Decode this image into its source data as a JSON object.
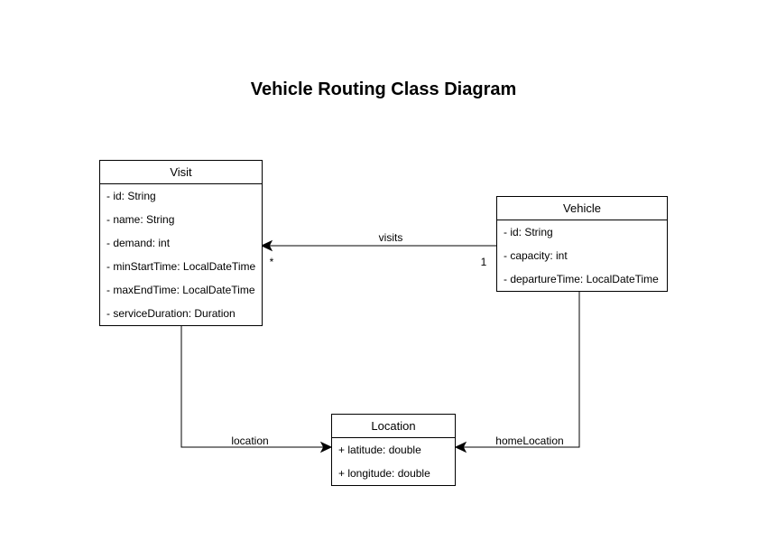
{
  "title": "Vehicle Routing Class Diagram",
  "classes": {
    "visit": {
      "name": "Visit",
      "attributes": [
        "- id: String",
        "- name: String",
        "- demand: int",
        "- minStartTime: LocalDateTime",
        "- maxEndTime: LocalDateTime",
        "- serviceDuration: Duration"
      ]
    },
    "vehicle": {
      "name": "Vehicle",
      "attributes": [
        "- id: String",
        "- capacity: int",
        "- departureTime: LocalDateTime"
      ]
    },
    "location": {
      "name": "Location",
      "attributes": [
        "+ latitude: double",
        "+ longitude: double"
      ]
    }
  },
  "relations": {
    "visits": {
      "label": "visits",
      "from": "Vehicle",
      "to": "Visit",
      "from_multiplicity": "1",
      "to_multiplicity": "*"
    },
    "location": {
      "label": "location",
      "from": "Visit",
      "to": "Location"
    },
    "homeLocation": {
      "label": "homeLocation",
      "from": "Vehicle",
      "to": "Location"
    }
  },
  "colors": {
    "stroke": "#000000",
    "fill": "#ffffff",
    "text": "#000000"
  }
}
